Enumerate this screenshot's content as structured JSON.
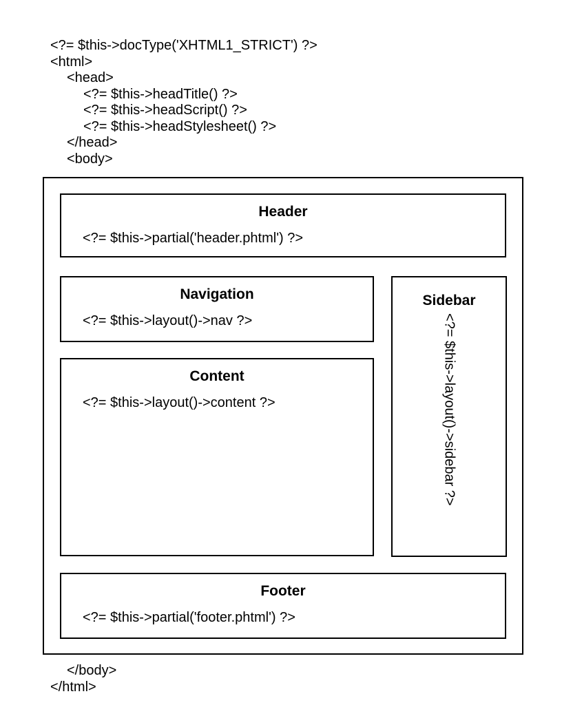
{
  "colors": {
    "background": "#ffffff",
    "border": "#000000",
    "text": "#000000"
  },
  "top_code": {
    "lines": [
      {
        "text": "<?= $this->docType('XHTML1_STRICT') ?>"
      },
      {
        "text": "<html>"
      },
      {
        "text": "<head>"
      },
      {
        "text": "<?= $this->headTitle() ?>"
      },
      {
        "text": "<?= $this->headScript() ?>"
      },
      {
        "text": "<?= $this->headStylesheet() ?>"
      },
      {
        "text": "</head>"
      },
      {
        "text": "<body>"
      }
    ]
  },
  "layout_boxes": {
    "header": {
      "title": "Header",
      "code": "<?= $this->partial('header.phtml') ?>"
    },
    "navigation": {
      "title": "Navigation",
      "code": "<?= $this->layout()->nav ?>"
    },
    "content": {
      "title": "Content",
      "code": "<?= $this->layout()->content ?>"
    },
    "sidebar": {
      "title": "Sidebar",
      "code": "<?= $this->layout()->sidebar ?>"
    },
    "footer": {
      "title": "Footer",
      "code": "<?= $this->partial('footer.phtml') ?>"
    }
  },
  "bottom_code": {
    "lines": [
      {
        "text": "</body>"
      },
      {
        "text": "</html>"
      }
    ]
  }
}
